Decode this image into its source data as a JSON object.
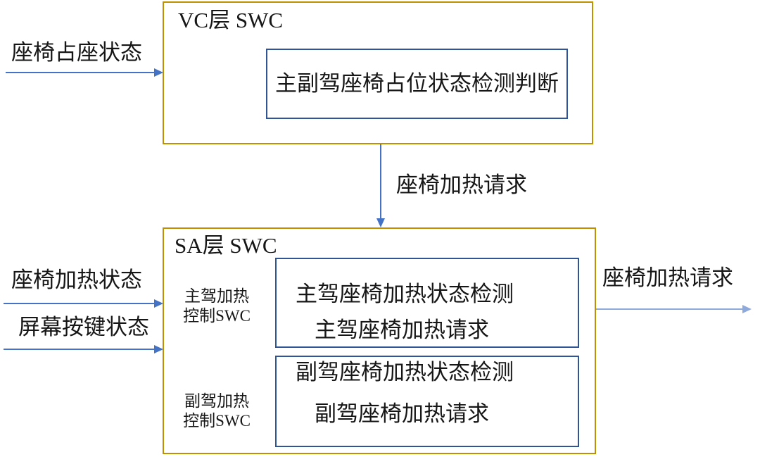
{
  "colors": {
    "outer_box_border": "#BF9000",
    "inner_box_border": "#2F5597",
    "arrow": "#4472C4",
    "arrow_light": "#8EA9DB",
    "text": "#161616",
    "background": "#FFFFFF"
  },
  "vc_layer": {
    "title": "VC层 SWC",
    "block_label": "主副驾座椅占位状态检测判断"
  },
  "sa_layer": {
    "title": "SA层 SWC",
    "driver_swc": {
      "label_line1": "主驾加热",
      "label_line2": "控制SWC",
      "block_line1": "主驾座椅加热状态检测",
      "block_line2": "主驾座椅加热请求"
    },
    "passenger_swc": {
      "label_line1": "副驾加热",
      "label_line2": "控制SWC",
      "block_line1": "副驾座椅加热状态检测",
      "block_line2": "副驾座椅加热请求"
    }
  },
  "signals": {
    "seat_occupancy_in": "座椅占座状态",
    "seat_heating_request_mid": "座椅加热请求",
    "seat_heating_status_in": "座椅加热状态",
    "screen_button_status_in": "屏幕按键状态",
    "seat_heating_request_out": "座椅加热请求"
  }
}
